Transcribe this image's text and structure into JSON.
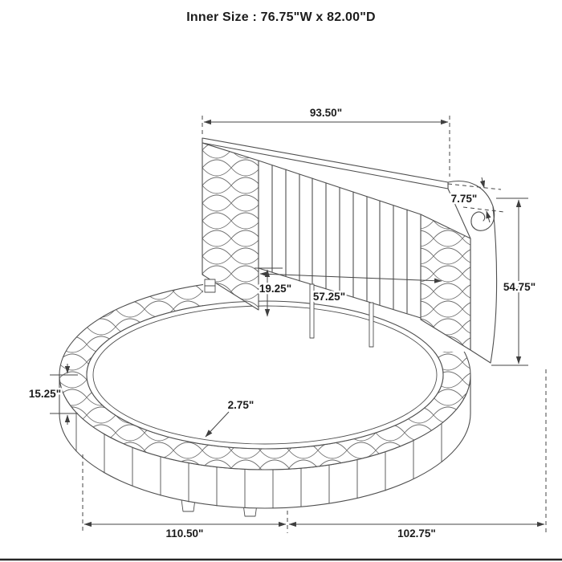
{
  "title": "Inner Size : 76.75\"W x 82.00\"D",
  "diagram_subject": "round upholstered platform bed with channel-tufted headboard",
  "dimensions": {
    "top_width": "93.50\"",
    "right_depth": "7.75\"",
    "right_height": "54.75\"",
    "inner_height": "19.25\"",
    "inner_width": "57.25\"",
    "left_height": "15.25\"",
    "rail_thickness": "2.75\"",
    "bottom_left_width": "110.50\"",
    "bottom_right_width": "102.75\""
  },
  "colors": {
    "background": "#ffffff",
    "line": "#4f4f4f",
    "text": "#1c1c1c"
  }
}
